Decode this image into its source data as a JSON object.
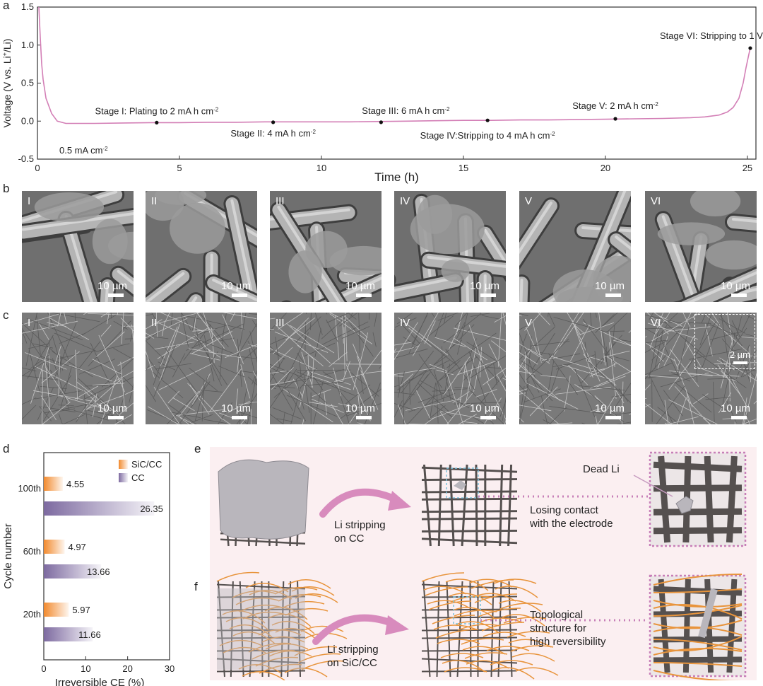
{
  "panels": {
    "a": "a",
    "b": "b",
    "c": "c",
    "d": "d",
    "e": "e",
    "f": "f"
  },
  "chart_data": [
    {
      "type": "line",
      "panel": "a",
      "xlabel": "Time (h)",
      "ylabel_main": "Voltage (V vs. Li",
      "ylabel_sup": "+",
      "ylabel_tail": "/Li)",
      "xlim": [
        0,
        25.3
      ],
      "ylim": [
        -0.5,
        1.5
      ],
      "xticks": [
        0,
        5,
        10,
        15,
        20,
        25
      ],
      "yticks": [
        -0.5,
        0.0,
        0.5,
        1.0,
        1.5
      ],
      "ytick_labels": [
        "-0.5",
        "0.0",
        "0.5",
        "1.0",
        "1.5"
      ],
      "line_color": "#d37fb6",
      "series": [
        {
          "x": [
            0.05,
            0.1,
            0.15,
            0.2,
            0.3,
            0.5,
            0.7,
            1.0,
            1.5,
            2,
            3,
            4,
            5,
            6,
            7,
            8,
            9,
            10,
            11,
            12,
            13,
            14,
            15,
            16,
            17,
            18,
            19,
            20,
            21,
            22,
            23,
            23.5,
            24,
            24.3,
            24.5,
            24.7,
            24.85,
            24.95,
            25.05,
            25.1
          ],
          "y": [
            1.5,
            1.1,
            0.75,
            0.55,
            0.3,
            0.1,
            0.0,
            -0.03,
            -0.03,
            -0.03,
            -0.025,
            -0.02,
            -0.02,
            -0.015,
            -0.015,
            -0.01,
            -0.01,
            -0.01,
            -0.01,
            -0.005,
            0.0,
            0.005,
            0.01,
            0.01,
            0.015,
            0.015,
            0.02,
            0.025,
            0.03,
            0.035,
            0.045,
            0.055,
            0.08,
            0.12,
            0.18,
            0.3,
            0.5,
            0.7,
            0.88,
            0.96
          ]
        }
      ],
      "stage_points": [
        {
          "x": 4.2,
          "y": -0.02,
          "label": "Stage I: Plating to 2 mA h cm",
          "sup": "-2"
        },
        {
          "x": 8.3,
          "y": -0.015,
          "label": "Stage II: 4 mA h cm",
          "sup": "-2"
        },
        {
          "x": 12.1,
          "y": -0.015,
          "label": "Stage III: 6 mA h cm",
          "sup": "-2"
        },
        {
          "x": 15.85,
          "y": 0.01,
          "label": "Stage IV:Stripping to 4 mA h cm",
          "sup": "-2"
        },
        {
          "x": 20.35,
          "y": 0.03,
          "label": "Stage V: 2 mA h cm",
          "sup": "-2"
        },
        {
          "x": 25.1,
          "y": 0.96,
          "label": "Stage VI: Stripping to 1 V",
          "sup": ""
        }
      ],
      "current_label": "0.5 mA cm",
      "current_sup": "-2"
    },
    {
      "type": "bar",
      "panel": "d",
      "orientation": "horizontal",
      "categories": [
        "100th",
        "60th",
        "20th"
      ],
      "xlabel": "Irreversible CE (%)",
      "ylabel": "Cycle number",
      "xlim": [
        0,
        30
      ],
      "xticks": [
        0,
        10,
        20,
        30
      ],
      "series": [
        {
          "name": "SiC/CC",
          "color": "#f28a2e",
          "values": [
            4.55,
            4.97,
            5.97
          ],
          "labels": [
            "4.55",
            "4.97",
            "5.97"
          ]
        },
        {
          "name": "CC",
          "color": "#7d6aa0",
          "values": [
            26.35,
            13.66,
            11.66
          ],
          "labels": [
            "26.35",
            "13.66",
            "11.66"
          ]
        }
      ]
    }
  ],
  "sem": {
    "row_b": [
      {
        "roman": "I",
        "scale": "10 µm"
      },
      {
        "roman": "II",
        "scale": "10 µm"
      },
      {
        "roman": "III",
        "scale": "10 µm"
      },
      {
        "roman": "IV",
        "scale": "10 µm"
      },
      {
        "roman": "V",
        "scale": "10 µm"
      },
      {
        "roman": "VI",
        "scale": "10 µm"
      }
    ],
    "row_c": [
      {
        "roman": "I",
        "scale": "10 µm"
      },
      {
        "roman": "II",
        "scale": "10 µm"
      },
      {
        "roman": "III",
        "scale": "10 µm"
      },
      {
        "roman": "IV",
        "scale": "10 µm"
      },
      {
        "roman": "V",
        "scale": "10 µm"
      },
      {
        "roman": "VI",
        "scale": "10 µm"
      }
    ],
    "inset_scale": "2 µm"
  },
  "schematic": {
    "e": {
      "arrow_label_1": "Li stripping",
      "arrow_label_2": "on CC",
      "dead_li": "Dead Li",
      "note_1": "Losing contact",
      "note_2": "with the electrode"
    },
    "f": {
      "arrow_label_1": "Li stripping",
      "arrow_label_2": "on SiC/CC",
      "note_1": "Topological",
      "note_2": "structure for",
      "note_3": "high reversibility"
    },
    "colors": {
      "background": "#fbeff1",
      "fiber_dark": "#55504f",
      "fiber_orange": "#e8943c",
      "li_metal": "#b9b6bc",
      "arrow": "#d88bbd",
      "dashed_box": "#c77fb8",
      "dashed_cyan": "#7cc3de"
    }
  }
}
